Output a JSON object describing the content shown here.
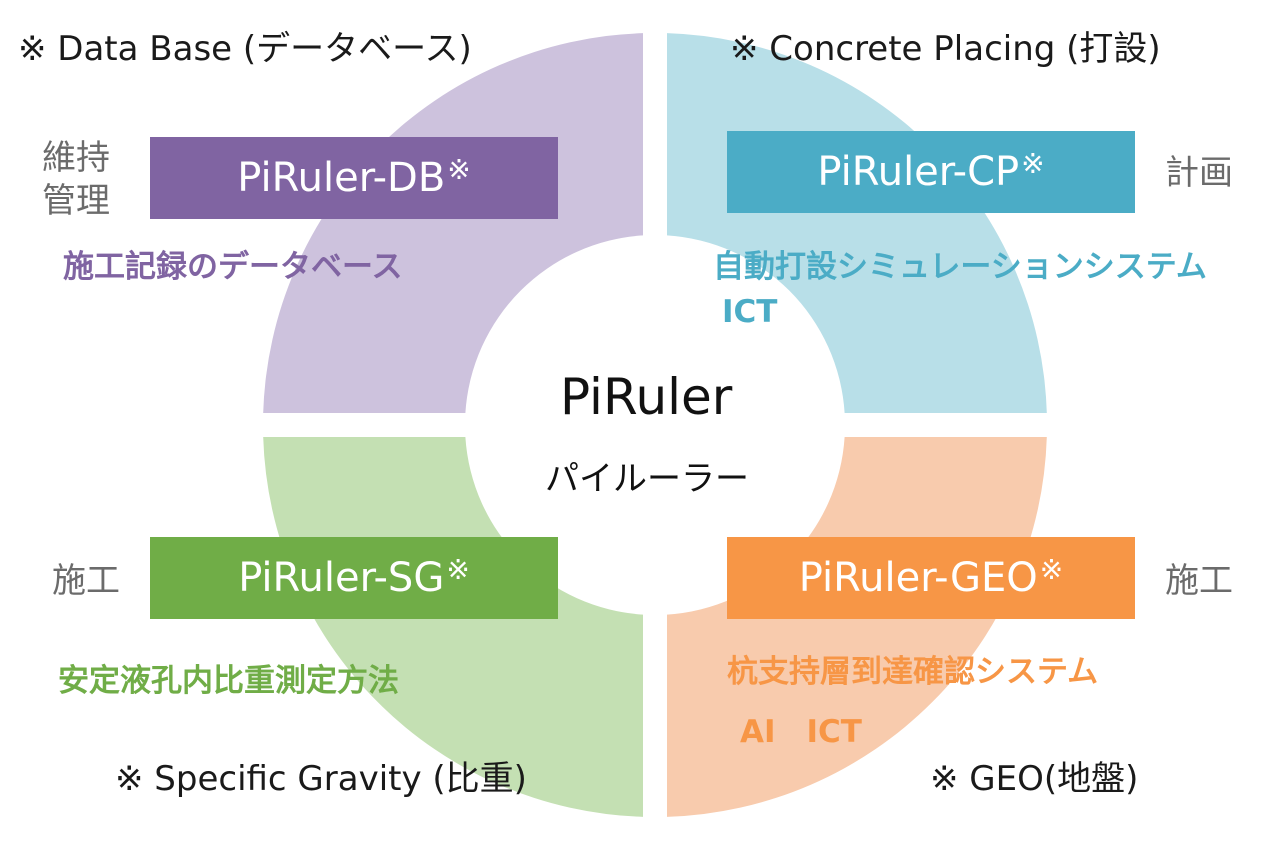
{
  "colors": {
    "db_light": "#cdc2dd",
    "db_dark": "#8064a2",
    "db_text": "#8064a2",
    "cp_light": "#b8dfe8",
    "cp_dark": "#4bacc6",
    "cp_text": "#4bacc6",
    "sg_light": "#c4e0b3",
    "sg_dark": "#70ad47",
    "sg_text": "#70ad47",
    "geo_light": "#f8cbad",
    "geo_dark": "#f79646",
    "geo_text": "#f79646"
  },
  "center": {
    "title": "PiRuler",
    "subtitle": "パイルーラー"
  },
  "quadrants": {
    "db": {
      "note": "※ Data Base (データベース)",
      "phase_line1": "維持",
      "phase_line2": "管理",
      "name": "PiRuler-DB",
      "mark": "※",
      "desc1": "施工記録のデータベース"
    },
    "cp": {
      "note": "※ Concrete Placing (打設)",
      "phase_line1": "計画",
      "name": "PiRuler-CP",
      "mark": "※",
      "desc1": "自動打設シミュレーションシステム",
      "desc2": "ICT"
    },
    "sg": {
      "note": "※ Specific Gravity (比重)",
      "phase_line1": "施工",
      "name": "PiRuler-SG",
      "mark": "※",
      "desc1": "安定液孔内比重測定方法"
    },
    "geo": {
      "note": "※ GEO(地盤)",
      "phase_line1": "施工",
      "name": "PiRuler-GEO",
      "mark": "※",
      "desc1": "杭支持層到達確認システム",
      "desc2": "AI　ICT"
    }
  }
}
